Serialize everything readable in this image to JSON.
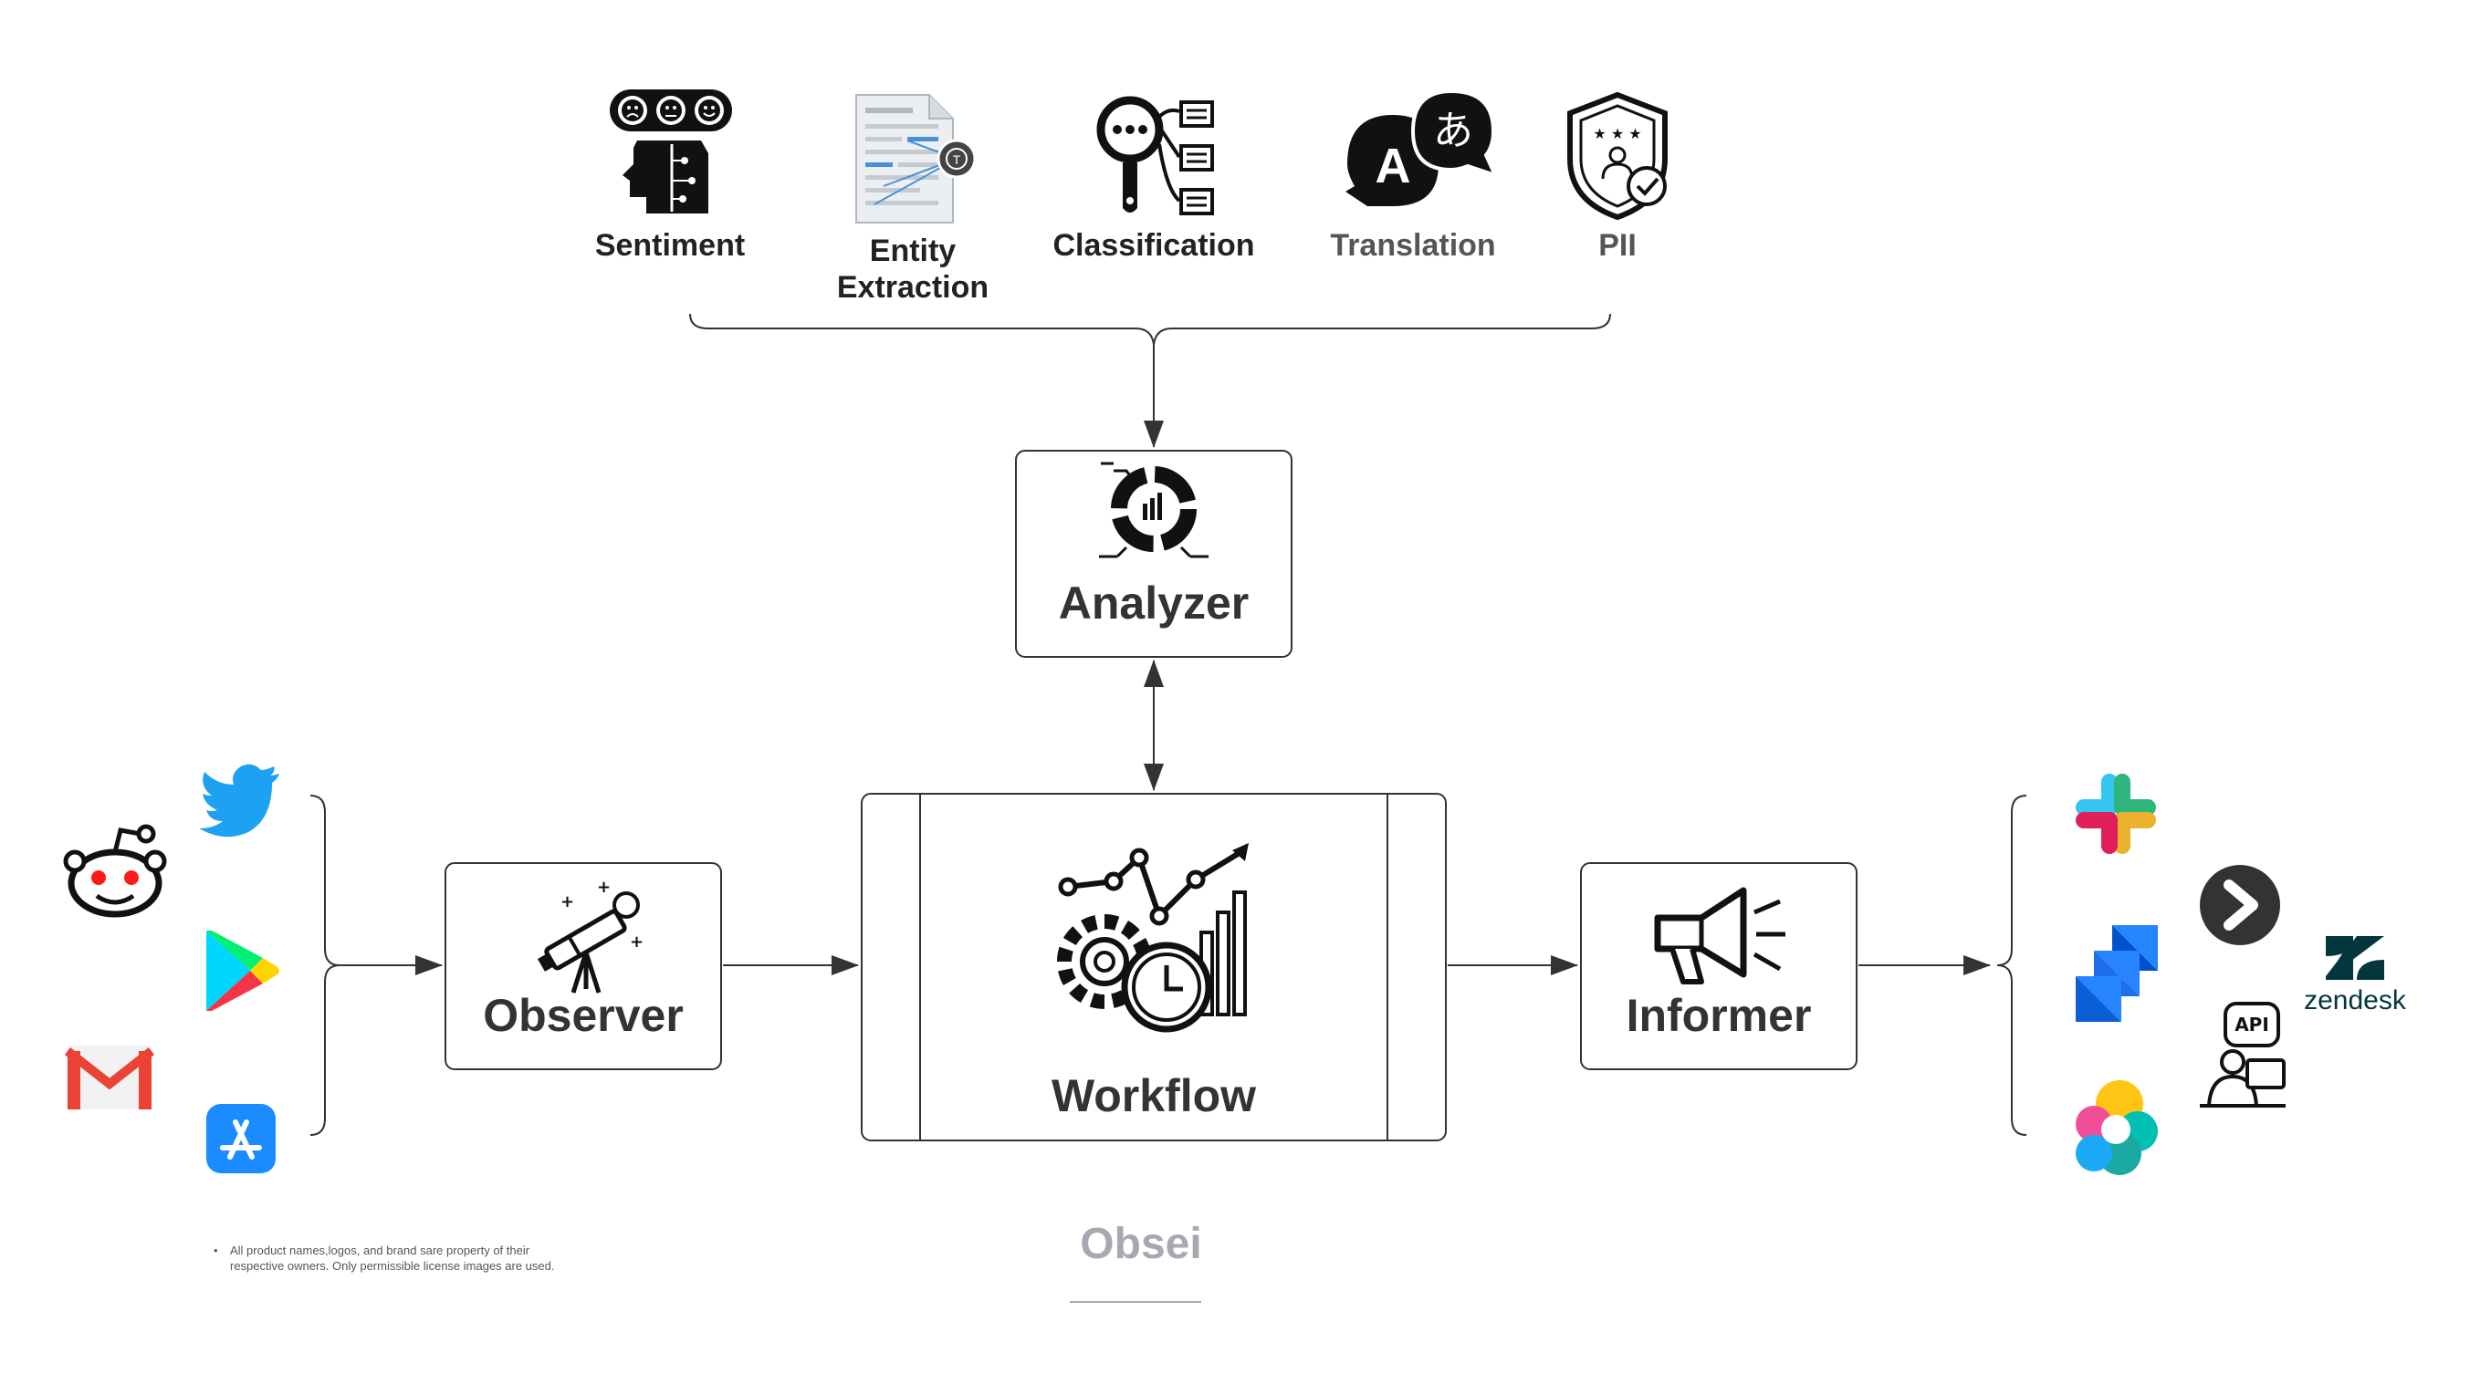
{
  "tasks": {
    "sentiment": "Sentiment",
    "entity_line1": "Entity",
    "entity_line2": "Extraction",
    "classification": "Classification",
    "translation": "Translation",
    "pii": "PII"
  },
  "boxes": {
    "analyzer": "Analyzer",
    "observer": "Observer",
    "workflow": "Workflow",
    "informer": "Informer"
  },
  "logos": {
    "zendesk": "zendesk",
    "api": "API"
  },
  "footer": {
    "disclaimer_line1": "All product names,logos, and brand sare property of their",
    "disclaimer_line2": "respective owners. Only permissible license images are used.",
    "brand": "Obsei"
  },
  "colors": {
    "twitter": "#1da1f2",
    "reddit": "#ff4500",
    "gmail": "#ea4335",
    "appstore": "#1a8cff",
    "slack_pink": "#e01e5a",
    "slack_blue": "#36c5f0",
    "slack_green": "#2eb67d",
    "slack_yellow": "#ecb22e",
    "jira": "#2684ff",
    "zendesk": "#03363d",
    "brand_gray": "#a6a9b0"
  }
}
